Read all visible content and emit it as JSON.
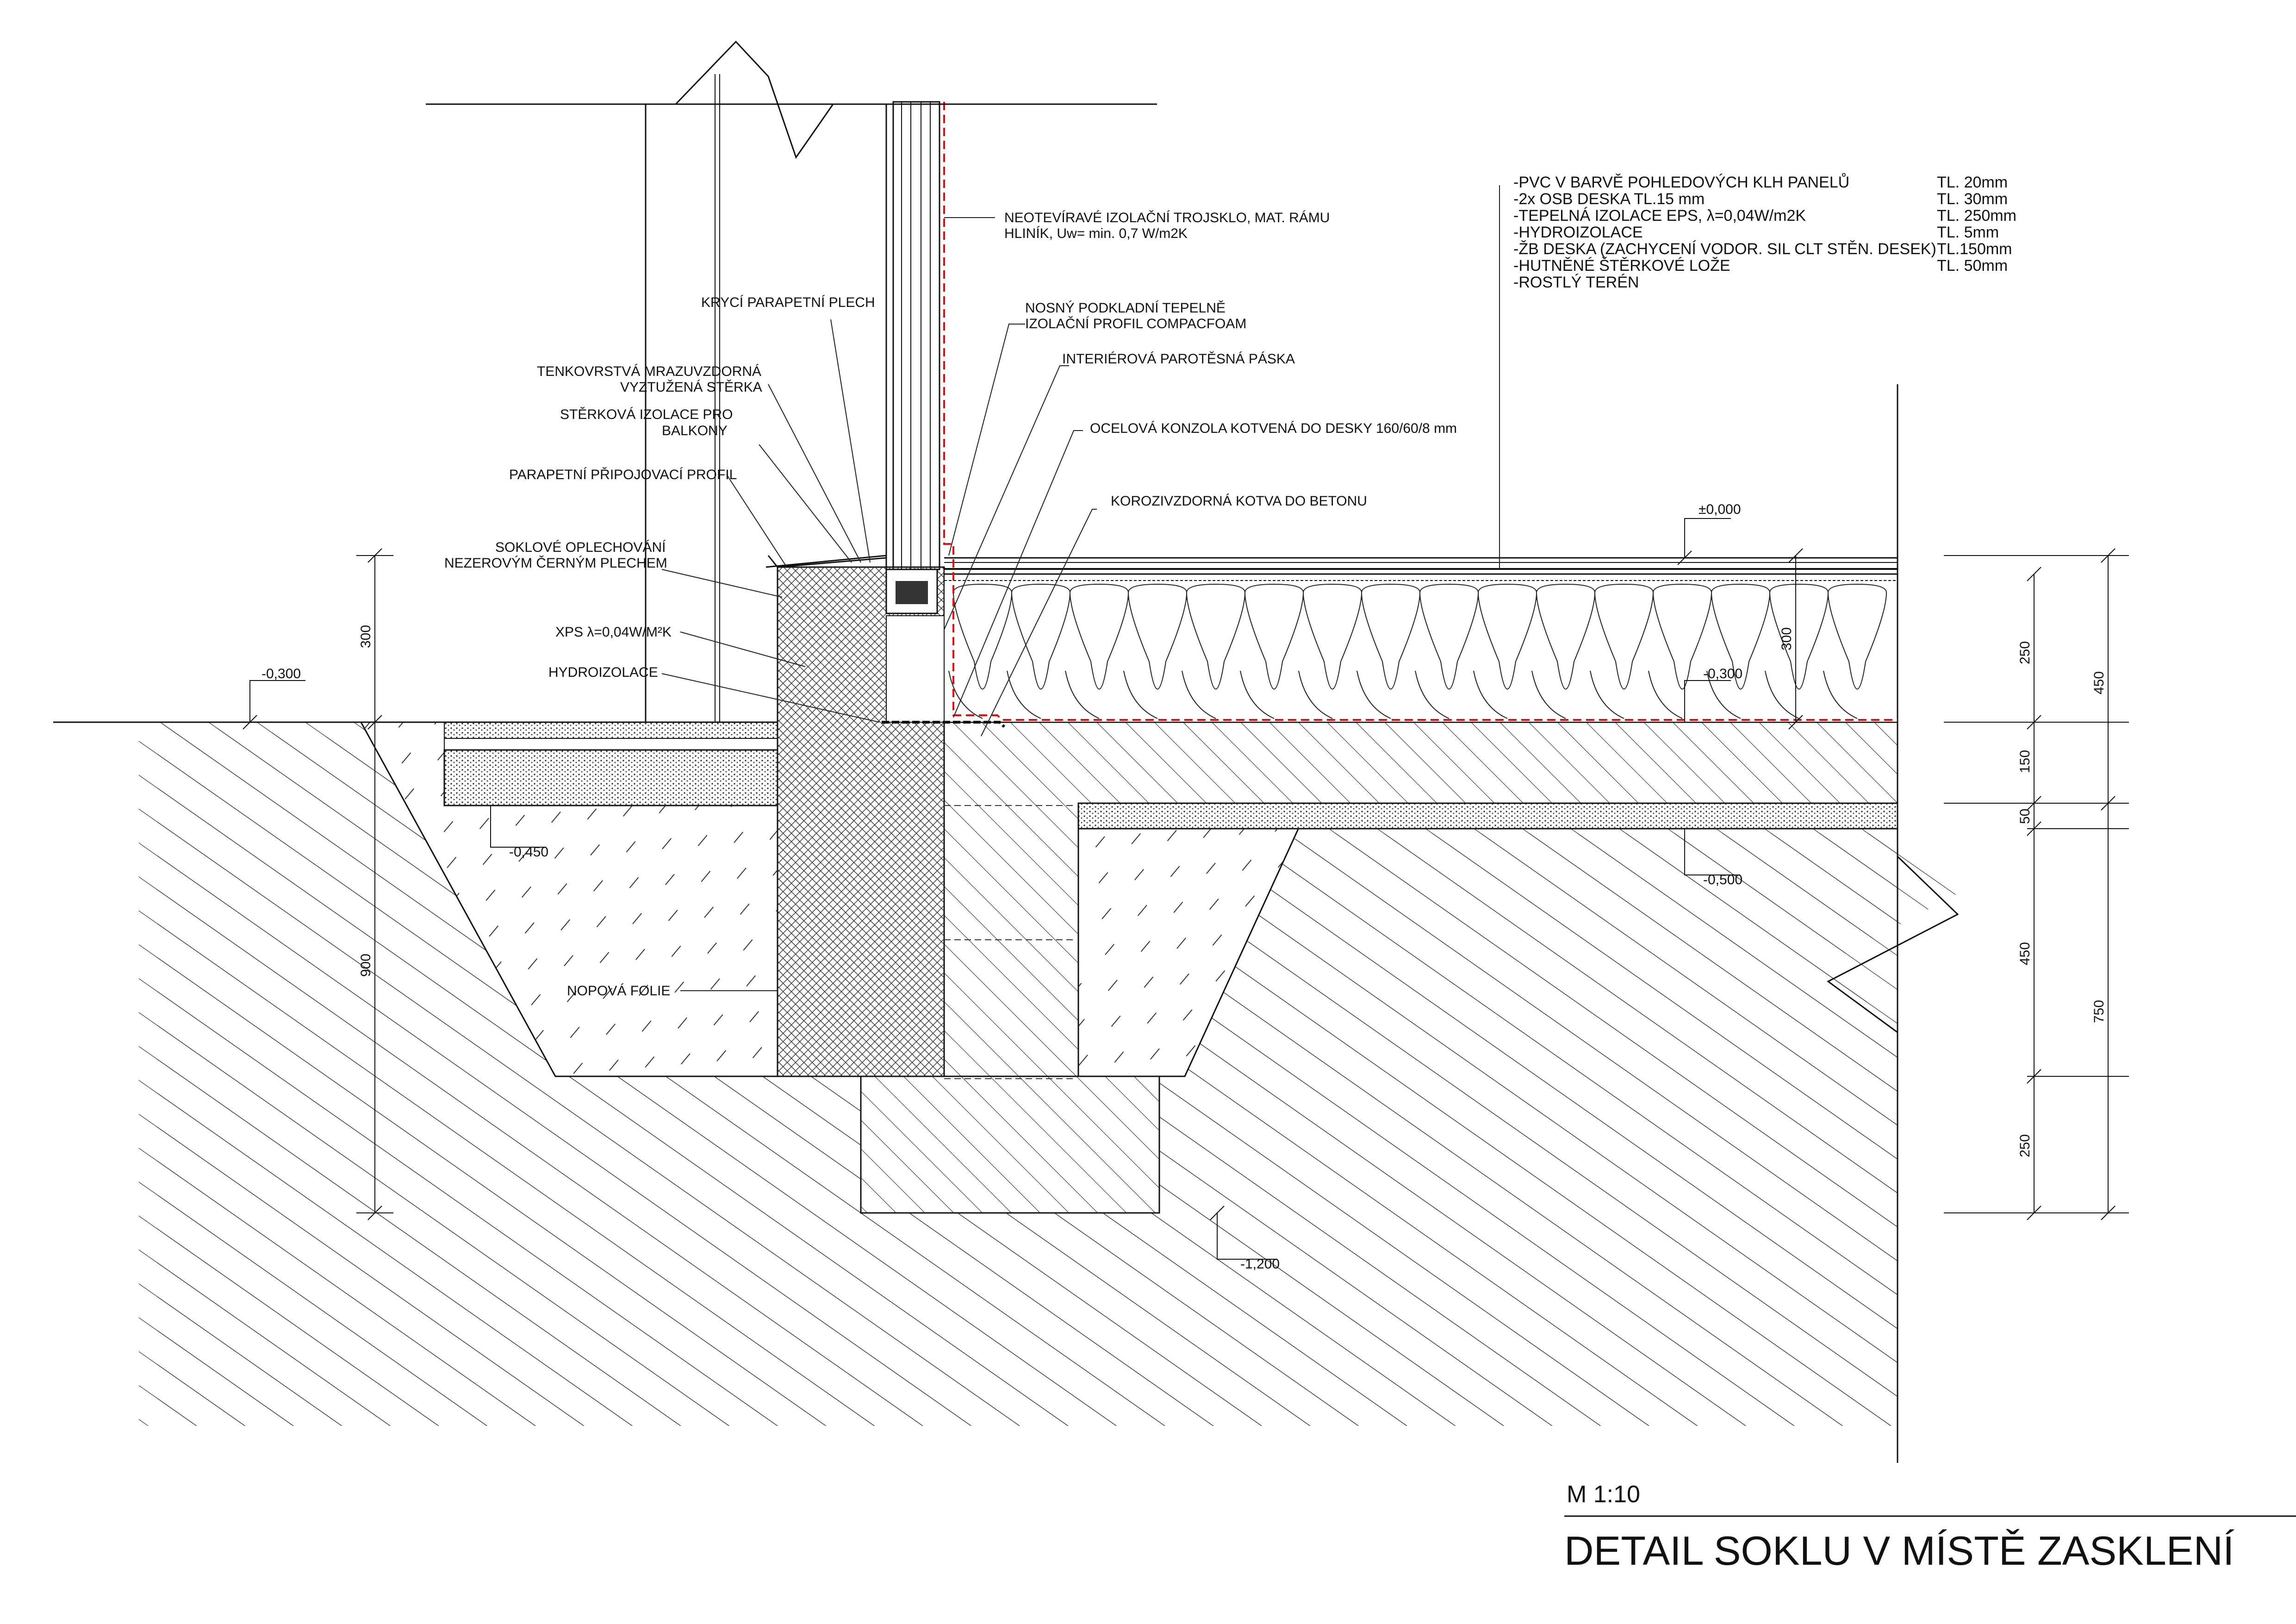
{
  "spec": {
    "rows": [
      {
        "text": "-PVC V BARVĚ POHLEDOVÝCH KLH PANELŮ",
        "thickness": "TL. 20mm"
      },
      {
        "text": "-2x OSB DESKA TL.15 mm",
        "thickness": "TL. 30mm"
      },
      {
        "text": "-TEPELNÁ IZOLACE  EPS, λ=0,04W/m2K",
        "thickness": "TL. 250mm"
      },
      {
        "text": "-HYDROIZOLACE",
        "thickness": "TL. 5mm"
      },
      {
        "text": "-ŽB DESKA (ZACHYCENÍ VODOR. SIL CLT STĚN. DESEK)",
        "thickness": "TL.150mm"
      },
      {
        "text": "-HUTNĚNÉ ŠTĚRKOVÉ LOŽE",
        "thickness": "TL. 50mm"
      },
      {
        "text": "-ROSTLÝ TERÉN",
        "thickness": ""
      }
    ]
  },
  "labels": {
    "trojsklo_1": "NEOTEVÍRAVÉ IZOLAČNÍ TROJSKLO, MAT. RÁMU",
    "trojsklo_2": "HLINÍK, Uw= min. 0,7 W/m2K",
    "kryci_plech": "KRYCÍ PARAPETNÍ PLECH",
    "nosny_1": "NOSNÝ PODKLADNÍ TEPELNĚ",
    "nosny_2": "IZOLAČNÍ PROFIL COMPACFOAM",
    "tenkovrstva_1": "TENKOVRSTVÁ MRAZUVZDORNÁ",
    "tenkovrstva_2": "VYZTUŽENÁ STĚRKA",
    "parotesna": "INTERIÉROVÁ PAROTĚSNÁ PÁSKA",
    "sterkova_1": "STĚRKOVÁ IZOLACE PRO",
    "sterkova_2": "BALKONY",
    "konzola": "OCELOVÁ KONZOLA KOTVENÁ DO DESKY 160/60/8 mm",
    "parapetni_profil": "PARAPETNÍ PŘIPOJOVACÍ PROFIL",
    "kotva": "KOROZIVZDORNÁ KOTVA DO BETONU",
    "soklove_1": "SOKLOVÉ OPLECHOVÁNÍ",
    "soklove_2": "NEZEROVÝM ČERNÝM PLECHEM",
    "xps": "XPS λ=0,04W/M²K",
    "hydroizolace": "HYDROIZOLACE",
    "nopova": "NOPOVÁ FOLIE"
  },
  "levels": {
    "zero": "±0,000",
    "minus_300_left": "-0,300",
    "minus_300_right": "-0,300",
    "minus_450": "-0,450",
    "minus_500": "-0,500",
    "minus_1200": "-1,200"
  },
  "dims": {
    "left_300": "300",
    "left_900": "900",
    "mid_300": "300",
    "r_250a": "250",
    "r_150": "150",
    "r_50": "50",
    "r_450a": "450",
    "r_250b": "250",
    "rr_450": "450",
    "rr_750": "750"
  },
  "footer": {
    "scale": "M 1:10",
    "title": "DETAIL SOKLU V MÍSTĚ ZASKLENÍ"
  },
  "colors": {
    "line": "#111111",
    "vapor_barrier": "#e01010"
  }
}
